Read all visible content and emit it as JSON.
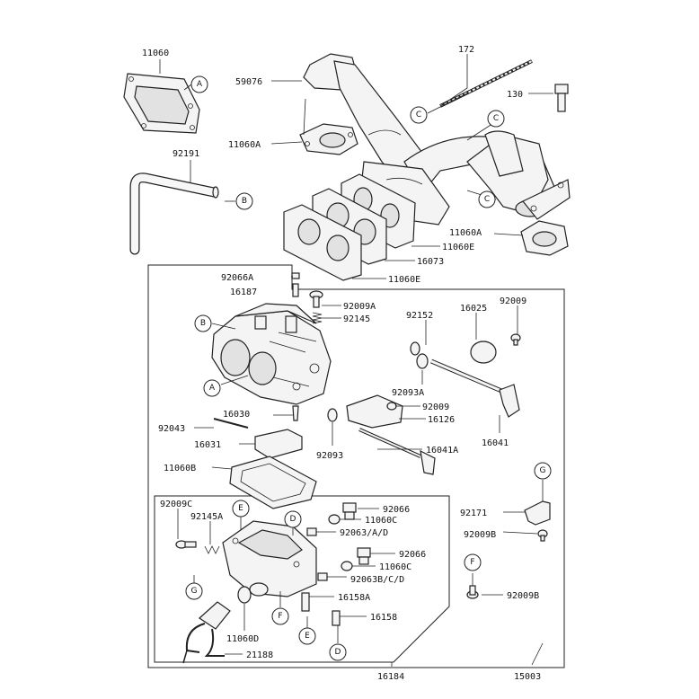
{
  "labels": {
    "p11060": "11060",
    "p92191": "92191",
    "p172": "172",
    "p59076": "59076",
    "p130": "130",
    "p11060A_1": "11060A",
    "p11060A_2": "11060A",
    "p11060E_1": "11060E",
    "p16073": "16073",
    "p11060E_2": "11060E",
    "p92066A": "92066A",
    "p16187": "16187",
    "p92009A": "92009A",
    "p92145": "92145",
    "p92152": "92152",
    "p16025": "16025",
    "p92009_1": "92009",
    "p92093A": "92093A",
    "p92009_2": "92009",
    "p16126": "16126",
    "p16041": "16041",
    "p16041A": "16041A",
    "p16030": "16030",
    "p92043": "92043",
    "p16031": "16031",
    "p92093": "92093",
    "p11060B": "11060B",
    "p92009C": "92009C",
    "p92145A": "92145A",
    "p92066_1": "92066",
    "p11060C_1": "11060C",
    "p92063AD": "92063/A/D",
    "p92066_2": "92066",
    "p11060C_2": "11060C",
    "p92063BCD": "92063B/C/D",
    "p16158A": "16158A",
    "p16158": "16158",
    "p11060D": "11060D",
    "p21188": "21188",
    "p16184": "16184",
    "p15003": "15003",
    "p92171": "92171",
    "p92009B_1": "92009B",
    "p92009B_2": "92009B"
  },
  "callouts": {
    "A1": "A",
    "A2": "A",
    "B1": "B",
    "B2": "B",
    "C1": "C",
    "C2": "C",
    "C3": "C",
    "D1": "D",
    "D2": "D",
    "E1": "E",
    "E2": "E",
    "F1": "F",
    "F2": "F",
    "G1": "G",
    "G2": "G"
  }
}
